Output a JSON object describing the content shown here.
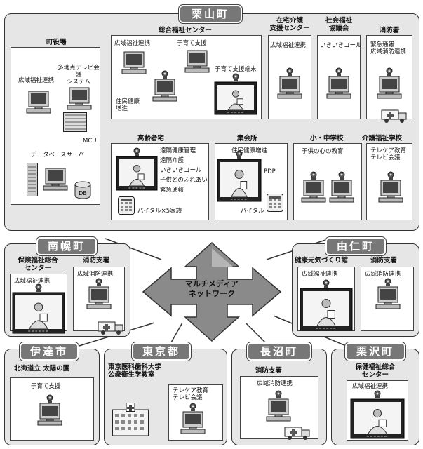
{
  "regions": {
    "kuriyama": {
      "title": "栗山町",
      "town_office": {
        "title": "町役場",
        "pc_label": "広域福祉連携",
        "mcu_system": "多地点テレビ会議\nシステム",
        "mcu": "MCU",
        "db_server": "データベースサーバ",
        "db": "DB"
      },
      "welfare_center": {
        "title": "総合福祉センター",
        "labels": [
          "広域福祉連携",
          "子育て支援",
          "住民健康\n増進",
          "子育て支援端末"
        ]
      },
      "home_care": {
        "title": "在宅介護\n支援センター",
        "label": "広域福祉連携"
      },
      "social_welfare": {
        "title": "社会福祉\n協議会",
        "label": "いきいきコール"
      },
      "fire": {
        "title": "消防署",
        "label": "緊急通報\n広域消防連携"
      },
      "elderly": {
        "title": "高齢者宅",
        "services": [
          "遠隔健康管理",
          "遠隔介護",
          "いきいきコール",
          "子供とのふれあい",
          "緊急通報"
        ],
        "vital": "バイタル×5家族"
      },
      "assembly": {
        "title": "集会所",
        "label": "住民健康増進",
        "pdp": "PDP",
        "vital": "バイタル"
      },
      "school": {
        "title": "小・中学校",
        "label": "子供の心の教育"
      },
      "care_school": {
        "title": "介護福祉学校",
        "label": "テレケア教育\nテレビ会議"
      }
    },
    "nanporo": {
      "title": "南幌町",
      "center": {
        "title": "保険福祉総合\nセンター",
        "label": "広域福祉連携"
      },
      "fire": {
        "title": "消防支署",
        "label": "広域消防連携"
      }
    },
    "yuni": {
      "title": "由仁町",
      "hall": {
        "title": "健康元気づくり館",
        "label": "広域福祉連携"
      },
      "fire": {
        "title": "消防支署",
        "label": "広域消防連携"
      }
    },
    "date": {
      "title": "伊達市",
      "sub": "北海道立 太陽の園",
      "label": "子育て支援"
    },
    "tokyo": {
      "title": "東京都",
      "univ": "東京医科歯科大学\n公衆衛生学教室",
      "label": "テレケア教育\nテレビ会議"
    },
    "naganuma": {
      "title": "長沼町",
      "fire": "消防支署",
      "label": "広域消防連携"
    },
    "kurisawa": {
      "title": "栗沢町",
      "center": "保健福祉総合\nセンター",
      "label": "広域福祉連携"
    }
  },
  "network": {
    "label": "マルチメディア\nネットワーク"
  }
}
